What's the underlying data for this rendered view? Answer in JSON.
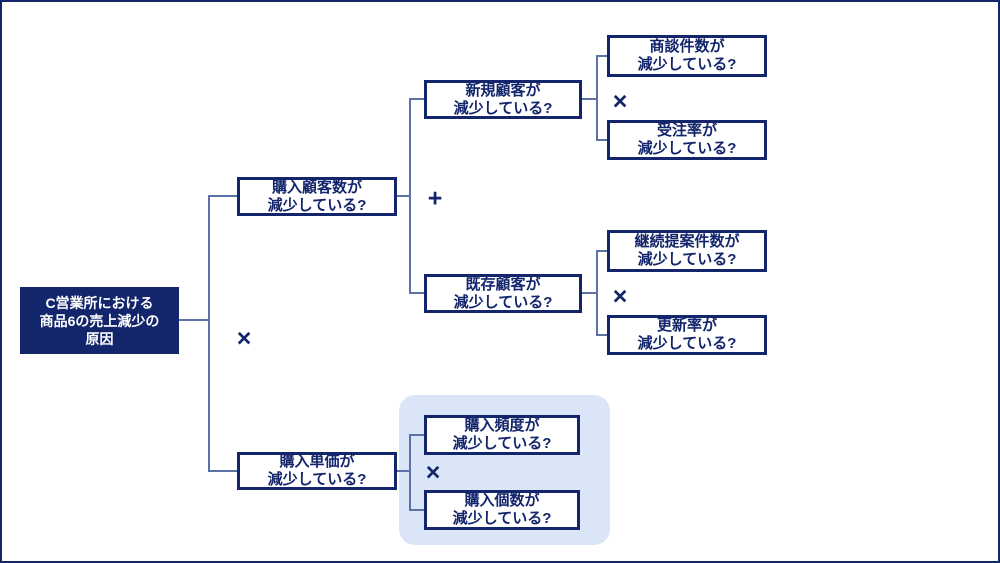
{
  "colors": {
    "navy": "#13256B",
    "connector_line": "#5B73A4",
    "highlight_fill": "#DAE5F7",
    "background": "#FFFFFF",
    "root_text": "#FFFFFF"
  },
  "root": {
    "lines": [
      "C営業所における",
      "商品6の売上減少の",
      "原因"
    ]
  },
  "nodes": [
    {
      "id": "purchase-customer-count",
      "lines": [
        "購入顧客数が",
        "減少している?"
      ]
    },
    {
      "id": "purchase-unit-price",
      "lines": [
        "購入単価が",
        "減少している?"
      ]
    },
    {
      "id": "new-customers",
      "lines": [
        "新規顧客が",
        "減少している?"
      ]
    },
    {
      "id": "existing-customers",
      "lines": [
        "既存顧客が",
        "減少している?"
      ]
    },
    {
      "id": "negotiation-count",
      "lines": [
        "商談件数が",
        "減少している?"
      ]
    },
    {
      "id": "order-rate",
      "lines": [
        "受注率が",
        "減少している?"
      ]
    },
    {
      "id": "renewal-proposal-count",
      "lines": [
        "継続提案件数が",
        "減少している?"
      ]
    },
    {
      "id": "renewal-rate",
      "lines": [
        "更新率が",
        "減少している?"
      ]
    },
    {
      "id": "purchase-frequency",
      "lines": [
        "購入頻度が",
        "減少している?"
      ]
    },
    {
      "id": "purchase-quantity",
      "lines": [
        "購入個数が",
        "減少している?"
      ]
    }
  ],
  "operators": [
    {
      "symbol": "×",
      "between": "purchase-customer-count / purchase-unit-price"
    },
    {
      "symbol": "+",
      "between": "new-customers / existing-customers"
    },
    {
      "symbol": "×",
      "between": "negotiation-count / order-rate"
    },
    {
      "symbol": "×",
      "between": "renewal-proposal-count / renewal-rate"
    },
    {
      "symbol": "×",
      "between": "purchase-frequency / purchase-quantity"
    }
  ]
}
